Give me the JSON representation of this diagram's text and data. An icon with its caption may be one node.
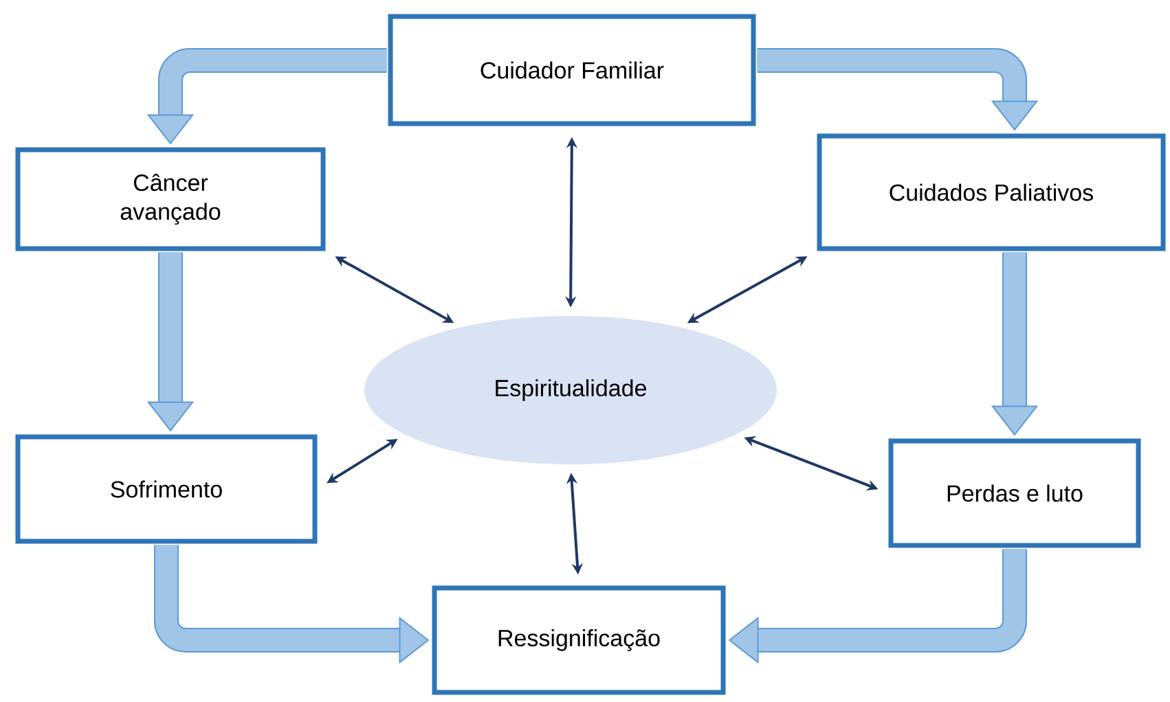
{
  "diagram": {
    "nodes": [
      {
        "text": [
          "Cuidador Familiar"
        ]
      },
      {
        "text": [
          "Câncer avançado"
        ]
      },
      {
        "text": [
          "Cuidados Paliativos"
        ]
      },
      {
        "text": [
          "Espiritualidade"
        ]
      },
      {
        "text": [
          "Sofrimento"
        ]
      },
      {
        "text": [
          "Perdas e luto"
        ]
      },
      {
        "text": [
          "Ressignificação"
        ]
      }
    ],
    "edges": [
      {
        "from": 0,
        "to": 1,
        "arrow": "to",
        "style": "thick",
        "color": "#5b9bd5"
      },
      {
        "from": 0,
        "to": 2,
        "arrow": "to",
        "style": "thick",
        "color": "#5b9bd5"
      },
      {
        "from": 1,
        "to": 4,
        "arrow": "to",
        "style": "thick",
        "color": "#5b9bd5"
      },
      {
        "from": 2,
        "to": 5,
        "arrow": "to",
        "style": "thick",
        "color": "#5b9bd5"
      },
      {
        "from": 4,
        "to": 6,
        "arrow": "to",
        "style": "thick",
        "color": "#5b9bd5"
      },
      {
        "from": 5,
        "to": 6,
        "arrow": "to",
        "style": "thick",
        "color": "#5b9bd5"
      },
      {
        "from": 3,
        "to": 0,
        "arrow": "both",
        "color": "#1f3864"
      },
      {
        "from": 3,
        "to": 1,
        "arrow": "both",
        "color": "#1f3864"
      },
      {
        "from": 3,
        "to": 2,
        "arrow": "both",
        "color": "#1f3864"
      },
      {
        "from": 3,
        "to": 4,
        "arrow": "both",
        "color": "#1f3864"
      },
      {
        "from": 3,
        "to": 5,
        "arrow": "both",
        "color": "#1f3864"
      },
      {
        "from": 3,
        "to": 6,
        "arrow": "both",
        "color": "#1f3864"
      }
    ]
  }
}
